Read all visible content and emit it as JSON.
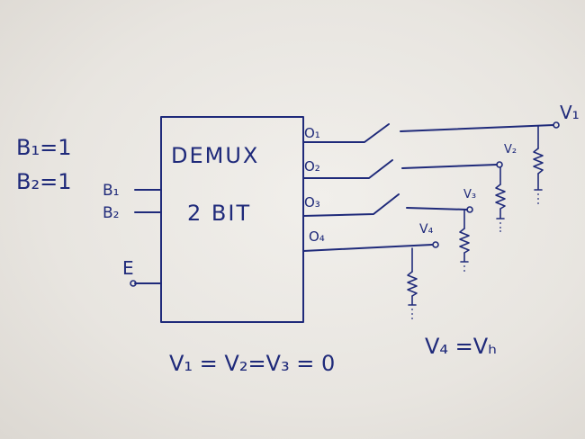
{
  "conditions": {
    "b1": "B₁=1",
    "b2": "B₂=1"
  },
  "block": {
    "line1": "DEMUX",
    "line2": "2 BIT"
  },
  "inputs": {
    "b1": "B₁",
    "b2": "B₂",
    "enable": "E"
  },
  "outputs": {
    "o1": "O₁",
    "o2": "O₂",
    "o3": "O₃",
    "o4": "O₄"
  },
  "nodes": {
    "v1": "V₁",
    "v2": "V₂",
    "v3": "V₃",
    "v4": "V₄"
  },
  "equations": {
    "zero": "V₁ = V₂=V₃ = 0",
    "high": "V₄ =Vₕ"
  },
  "colors": {
    "ink": "#1f2a7a",
    "paper": "#eceae6"
  }
}
